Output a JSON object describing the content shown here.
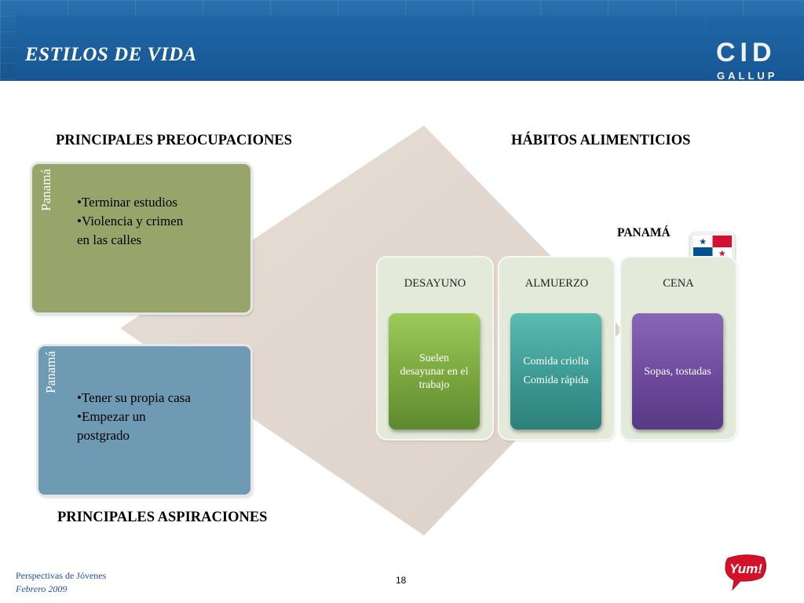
{
  "header": {
    "title": "ESTILOS DE VIDA",
    "logo_main": "CID",
    "logo_sub": "GALLUP"
  },
  "sections": {
    "concerns_title": "PRINCIPALES PREOCUPACIONES",
    "aspirations_title": "PRINCIPALES ASPIRACIONES",
    "habits_title": "HÁBITOS ALIMENTICIOS"
  },
  "concerns_box": {
    "side_label": "Panamá",
    "bullets": [
      "•Terminar estudios",
      "•Violencia y crimen",
      "en las calles"
    ]
  },
  "aspirations_box": {
    "side_label": "Panamá",
    "bullets": [
      "•Tener su propia casa",
      "•Empezar un",
      "postgrado"
    ]
  },
  "habits": {
    "country_label": "PANAMÁ",
    "flag_icon": "panama-flag-icon",
    "meals": [
      {
        "title": "DESAYUNO",
        "lines": [
          "Suelen",
          "desayunar en el",
          "trabajo"
        ],
        "color": "#7aa63e"
      },
      {
        "title": "ALMUERZO",
        "lines": [
          "Comida criolla",
          "Comida rápida"
        ],
        "color": "#3c9a92"
      },
      {
        "title": "CENA",
        "lines": [
          "Sopas, tostadas"
        ],
        "color": "#6d4a9c"
      }
    ]
  },
  "footer": {
    "source": "Perspectivas de Jóvenes",
    "date": "Febrero 2009",
    "page_number": "18",
    "brand_logo": "Yum!"
  },
  "colors": {
    "header_blue": "#1c5f9c",
    "diamond": "#e2d8d0",
    "concerns_box": "#97a56a",
    "aspirations_box": "#6e9ab3"
  }
}
